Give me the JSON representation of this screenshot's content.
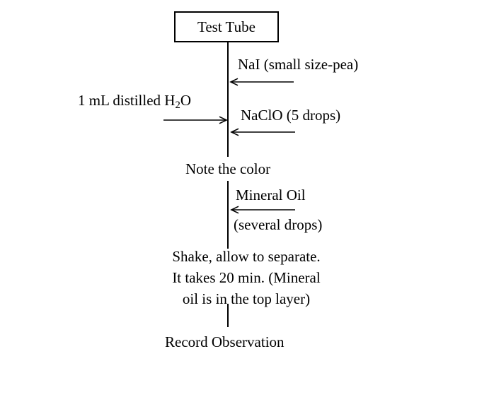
{
  "diagram": {
    "title": "Test tube procedure flowchart",
    "test_tube_label": "Test Tube",
    "nai_label": "NaI (small size-pea)",
    "water_label_prefix": "1 mL distilled H",
    "water_label_sub": "2",
    "water_label_suffix": "O",
    "naclo_label": "NaClO (5 drops)",
    "note_color_label": "Note the color",
    "mineral_oil_label": "Mineral Oil",
    "mineral_oil_sublabel": "(several drops)",
    "shake_lines": [
      "Shake, allow to separate.",
      "It takes 20 min. (Mineral",
      "oil is in the top layer)"
    ],
    "record_label": "Record Observation",
    "colors": {
      "ink": "#000000",
      "background": "#ffffff"
    }
  }
}
